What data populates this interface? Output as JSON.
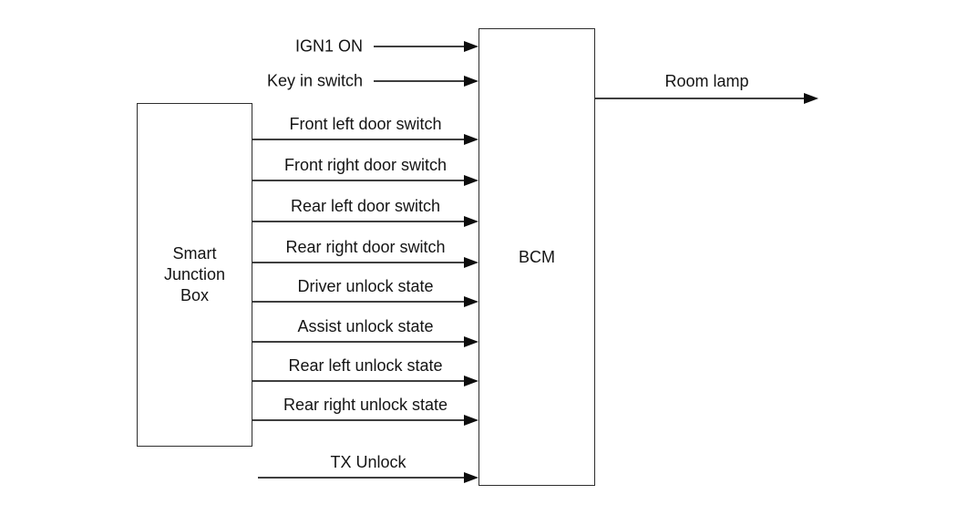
{
  "diagram": {
    "boxes": [
      {
        "id": "smart-junction-box",
        "label": "Smart Junction Box"
      },
      {
        "id": "bcm",
        "label": "BCM"
      }
    ],
    "bcm_direct_inputs": [
      {
        "label": "IGN1 ON"
      },
      {
        "label": "Key in switch"
      }
    ],
    "sjb_to_bcm_signals": [
      "Front left door switch",
      "Front right door switch",
      "Rear left door switch",
      "Rear right door switch",
      "Driver unlock state",
      "Assist unlock state",
      "Rear left unlock state",
      "Rear right unlock state"
    ],
    "bottom_input": {
      "label": "TX Unlock"
    },
    "bcm_output": {
      "label": "Room lamp"
    },
    "colors": {
      "background": "#ffffff",
      "box_border": "#2e2e2e",
      "wire": "#3f3f3f",
      "arrowhead": "#0d0d0d",
      "text": "#141414"
    }
  }
}
